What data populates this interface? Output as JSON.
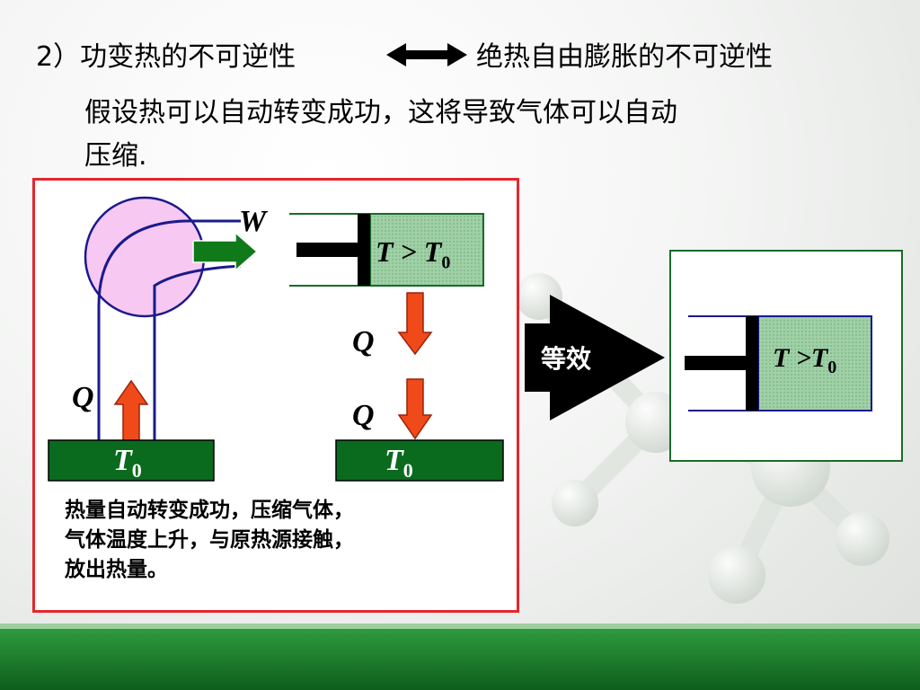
{
  "title": {
    "line1_left": "2）功变热的不可逆性",
    "line1_right": "绝热自由膨胀的不可逆性",
    "line2": "假设热可以自动转变成功，这将导致气体可以自动",
    "line3": "压缩."
  },
  "diagram": {
    "work_label": "W",
    "heat_label": "Q",
    "reservoir_label": "T",
    "reservoir_subscript": "0",
    "piston_label_left": "T > T",
    "piston_label_right": "T >T",
    "piston_label_subscript": "0",
    "equivalent_label": "等效",
    "caption_lines": [
      "热量自动转变成功，压缩气体，",
      "气体温度上升，与原热源接触，",
      "放出热量。"
    ]
  },
  "colors": {
    "frame_red": "#e5262e",
    "reservoir_green": "#0a6b1e",
    "arrow_red": "#f04a1a",
    "engine_pink": "#f7c8f2",
    "wire_blue": "#1a1a8c",
    "footer_green": "#1b7a2c"
  }
}
